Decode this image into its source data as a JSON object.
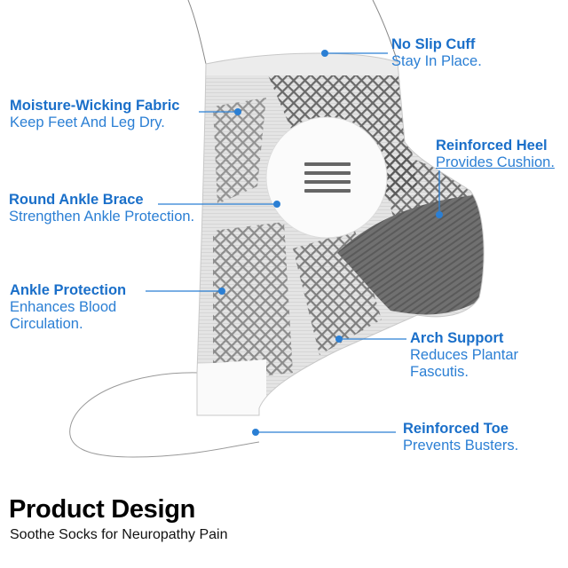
{
  "heading": "Product Design",
  "subheading": "Soothe Socks for Neuropathy Pain",
  "colors": {
    "accent": "#1a6fc9",
    "sock_body": "#e6e6e6",
    "heel_pad": "#6e6e6e",
    "cuff": "#ffffff"
  },
  "callouts": [
    {
      "key": "no_slip_cuff",
      "title": "No Slip Cuff",
      "desc": "Stay In Place."
    },
    {
      "key": "moisture_wicking",
      "title": "Moisture-Wicking Fabric",
      "desc": "Keep Feet And Leg Dry."
    },
    {
      "key": "reinforced_heel",
      "title": "Reinforced Heel",
      "desc": "Provides Cushion."
    },
    {
      "key": "round_ankle_brace",
      "title": "Round Ankle Brace",
      "desc": "Strengthen Ankle Protection."
    },
    {
      "key": "ankle_protection",
      "title": "Ankle Protection",
      "desc": "Enhances Blood\nCirculation."
    },
    {
      "key": "arch_support",
      "title": "Arch Support",
      "desc": "Reduces Plantar\nFascutis."
    },
    {
      "key": "reinforced_toe",
      "title": "Reinforced Toe",
      "desc": "Prevents Busters."
    }
  ]
}
